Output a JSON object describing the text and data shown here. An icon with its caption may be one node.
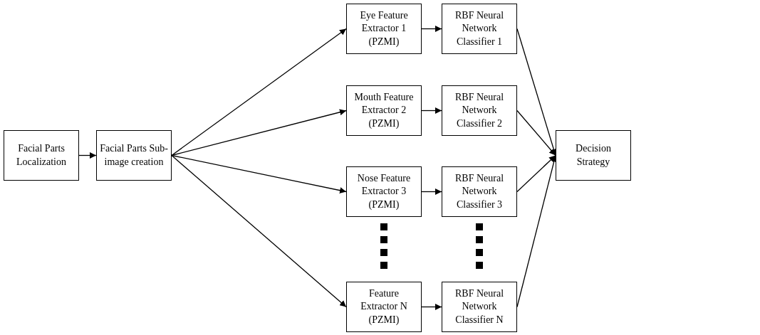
{
  "diagram": {
    "nodes": [
      {
        "text": [
          "Facial Parts Localization"
        ]
      },
      {
        "text": [
          "Facial Parts Sub-image creation"
        ]
      },
      {
        "text": [
          "Eye Feature Extractor 1",
          "(PZMI)"
        ]
      },
      {
        "text": [
          "RBF Neural Network Classifier 1"
        ]
      },
      {
        "text": [
          "Mouth Feature Extractor 2",
          "(PZMI)"
        ]
      },
      {
        "text": [
          "RBF Neural Network Classifier 2"
        ]
      },
      {
        "text": [
          "Nose Feature Extractor 3",
          "(PZMI)"
        ]
      },
      {
        "text": [
          "RBF Neural Network Classifier 3"
        ]
      },
      {
        "text": [
          "Feature Extractor N",
          "(PZMI)"
        ]
      },
      {
        "text": [
          "RBF Neural Network Classifier N"
        ]
      },
      {
        "text": [
          "Decision Strategy"
        ]
      }
    ],
    "edges": [
      {
        "from": 0,
        "to": 1,
        "arrow": "to"
      },
      {
        "from": 1,
        "to": 2,
        "arrow": "to"
      },
      {
        "from": 1,
        "to": 4,
        "arrow": "to"
      },
      {
        "from": 1,
        "to": 6,
        "arrow": "to"
      },
      {
        "from": 1,
        "to": 8,
        "arrow": "to"
      },
      {
        "from": 2,
        "to": 3,
        "arrow": "to"
      },
      {
        "from": 4,
        "to": 5,
        "arrow": "to"
      },
      {
        "from": 6,
        "to": 7,
        "arrow": "to"
      },
      {
        "from": 8,
        "to": 9,
        "arrow": "to"
      },
      {
        "from": 3,
        "to": 10,
        "arrow": "to"
      },
      {
        "from": 5,
        "to": 10,
        "arrow": "to"
      },
      {
        "from": 7,
        "to": 10,
        "arrow": "to"
      },
      {
        "from": 9,
        "to": 10,
        "arrow": "to"
      }
    ]
  }
}
